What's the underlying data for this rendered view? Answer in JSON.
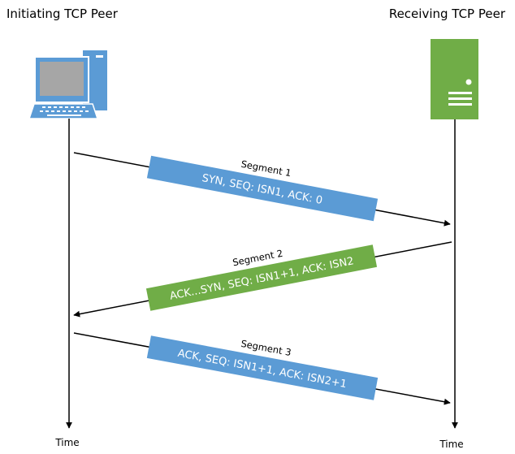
{
  "peers": {
    "initiating": {
      "title": "Initiating TCP Peer",
      "icon": "desktop-computer-icon"
    },
    "receiving": {
      "title": "Receiving TCP Peer",
      "icon": "server-icon"
    }
  },
  "segments": [
    {
      "label": "Segment 1",
      "text": "SYN, SEQ: ISN1, ACK: 0",
      "color": "#5B9BD5"
    },
    {
      "label": "Segment 2",
      "text": "ACK...SYN, SEQ: ISN1+1, ACK: ISN2",
      "color": "#70AD47"
    },
    {
      "label": "Segment 3",
      "text": "ACK, SEQ: ISN1+1, ACK: ISN2+1",
      "color": "#5B9BD5"
    }
  ],
  "timeline": {
    "left_label": "Time",
    "right_label": "Time"
  },
  "colors": {
    "computer": "#5B9BD5",
    "computer_dark": "#4A87C2",
    "screen": "#A6A6A6",
    "server": "#70AD47",
    "line": "#000000"
  }
}
